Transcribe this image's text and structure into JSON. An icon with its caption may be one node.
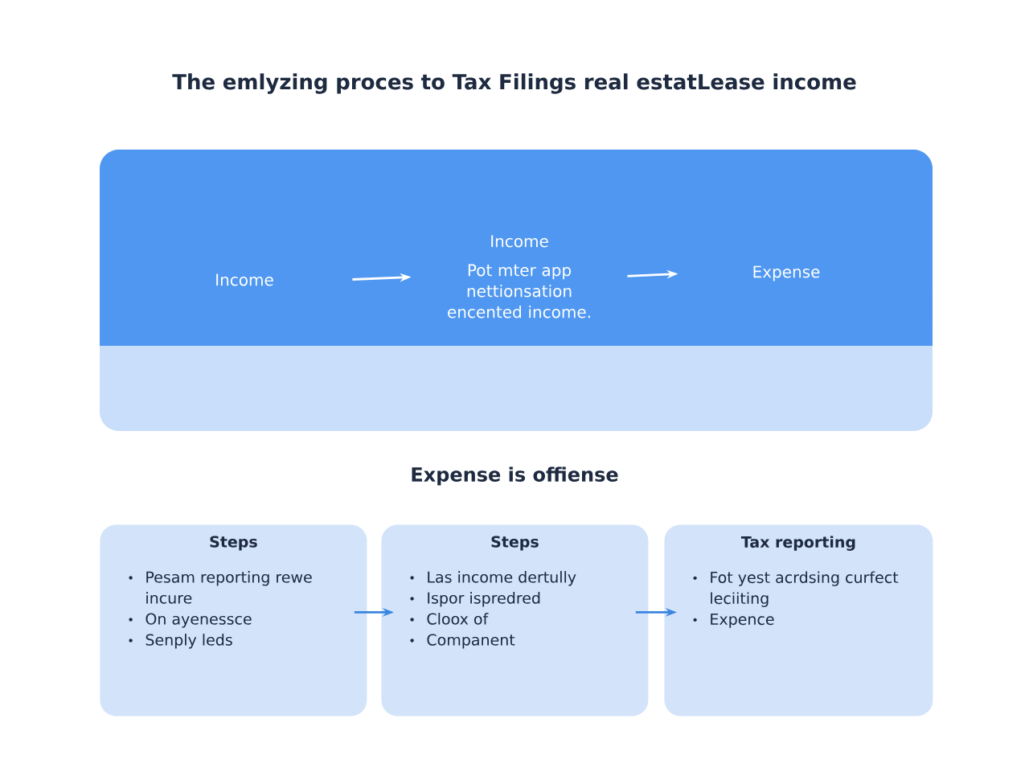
{
  "diagram": {
    "title": "The emlyzing proces to Tax Filings real estatLease income",
    "nodes": [
      {
        "text": [],
        "shape": "box"
      },
      {
        "text": [
          "Income"
        ],
        "in": 0
      },
      {
        "text": [
          "Income",
          "Pot mter app nettionsation encented income."
        ],
        "in": 0
      },
      {
        "text": [
          "Expense"
        ],
        "in": 0
      },
      {
        "text": [
          "Steps",
          "Pesam reporting rewe incure",
          "On ayenessce",
          "Senply leds"
        ]
      },
      {
        "text": [
          "Steps",
          "Las income dertully",
          "Ispor ispredred",
          "Cloox of",
          "Companent"
        ]
      },
      {
        "text": [
          "Tax reporting",
          "Fot yest acrdsing curfect leciiting",
          "Expence"
        ]
      }
    ],
    "edges": [
      {
        "from": 1,
        "to": 2,
        "arrow": "to",
        "color": "#ffffff"
      },
      {
        "from": 2,
        "to": 3,
        "arrow": "to",
        "color": "#ffffff"
      },
      {
        "from": 4,
        "to": 5,
        "arrow": "to",
        "color": "#3a86e0"
      },
      {
        "from": 5,
        "to": 6,
        "arrow": "to",
        "color": "#3a86e0"
      }
    ],
    "labels": [
      "Expense is offiense"
    ]
  }
}
